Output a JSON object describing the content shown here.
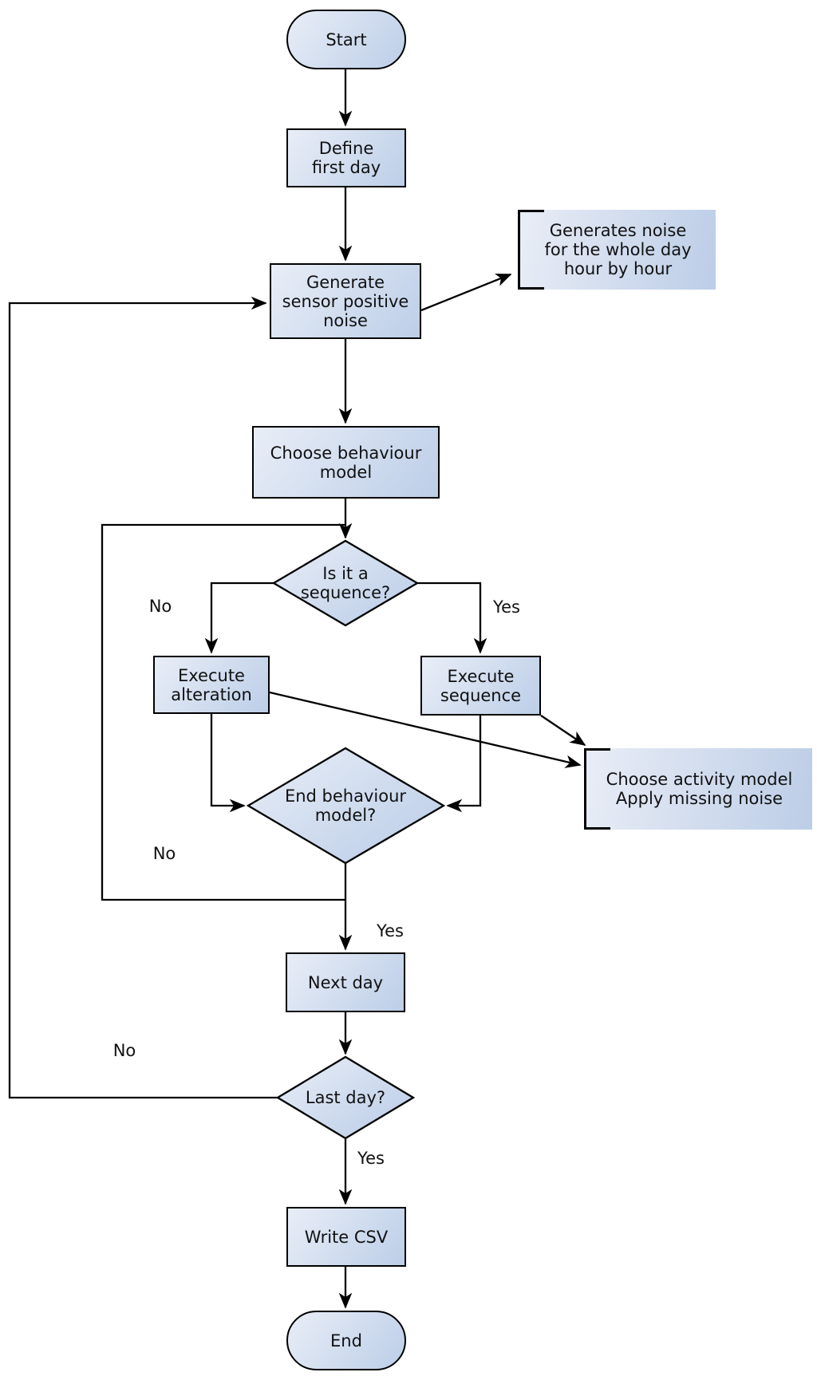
{
  "palette": {
    "node_fill_light": "#e9eef7",
    "node_fill_dark": "#bccee8",
    "stroke": "#000000",
    "text": "#111111",
    "background": "#ffffff"
  },
  "nodes": {
    "start": {
      "label": "Start",
      "shape": "terminator"
    },
    "define_first_day": {
      "label": "Define\nfirst day",
      "shape": "process"
    },
    "generate_noise": {
      "label": "Generate\nsensor positive\nnoise",
      "shape": "process"
    },
    "note_generate": {
      "label": "Generates noise\nfor the whole day\nhour by hour",
      "shape": "annotation"
    },
    "choose_behaviour": {
      "label": "Choose behaviour\nmodel",
      "shape": "process"
    },
    "is_sequence": {
      "label": "Is it a\nsequence?",
      "shape": "decision"
    },
    "execute_alteration": {
      "label": "Execute\nalteration",
      "shape": "process"
    },
    "execute_sequence": {
      "label": "Execute\nsequence",
      "shape": "process"
    },
    "note_activity": {
      "label": "Choose activity model\nApply missing noise",
      "shape": "annotation"
    },
    "end_behaviour": {
      "label": "End behaviour\nmodel?",
      "shape": "decision"
    },
    "next_day": {
      "label": "Next day",
      "shape": "process"
    },
    "last_day": {
      "label": "Last day?",
      "shape": "decision"
    },
    "write_csv": {
      "label": "Write CSV",
      "shape": "process"
    },
    "end": {
      "label": "End",
      "shape": "terminator"
    }
  },
  "edge_labels": {
    "is_sequence_no": "No",
    "is_sequence_yes": "Yes",
    "end_behaviour_no": "No",
    "end_behaviour_yes": "Yes",
    "last_day_no": "No",
    "last_day_yes": "Yes"
  }
}
